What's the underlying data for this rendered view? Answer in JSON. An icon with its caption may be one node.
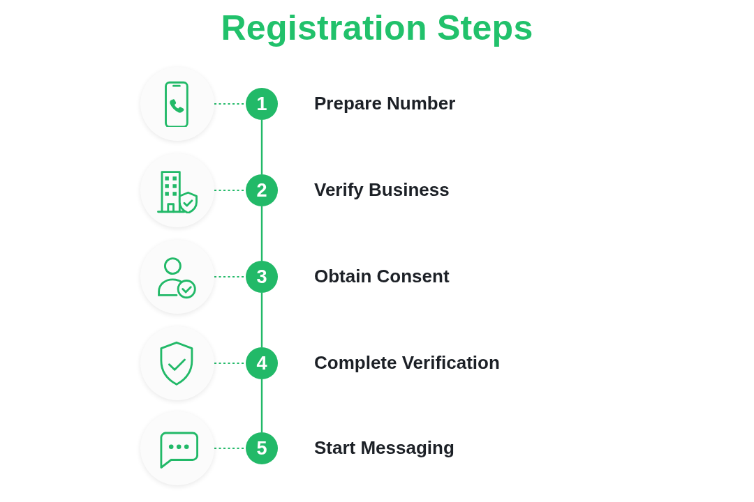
{
  "diagram": {
    "title": "Registration Steps",
    "nodes": [
      {
        "text": [],
        "shape": "circle"
      },
      {
        "text": [
          "1"
        ],
        "beside": [
          "Prepare Number"
        ]
      },
      {
        "text": [],
        "shape": "circle"
      },
      {
        "text": [
          "2"
        ],
        "beside": [
          "Verify Business"
        ]
      },
      {
        "text": [],
        "shape": "circle"
      },
      {
        "text": [
          "3"
        ],
        "beside": [
          "Obtain Consent"
        ]
      },
      {
        "text": [],
        "shape": "circle"
      },
      {
        "text": [
          "4"
        ],
        "beside": [
          "Complete Verification"
        ]
      },
      {
        "text": [],
        "shape": "circle"
      },
      {
        "text": [
          "5"
        ],
        "beside": [
          "Start Messaging"
        ]
      }
    ],
    "edges": [
      {
        "from": 0,
        "to": 1,
        "arrow": "none",
        "style": "dashed"
      },
      {
        "from": 1,
        "to": 3,
        "arrow": "none"
      },
      {
        "from": 2,
        "to": 3,
        "arrow": "none",
        "style": "dashed"
      },
      {
        "from": 3,
        "to": 5,
        "arrow": "none"
      },
      {
        "from": 4,
        "to": 5,
        "arrow": "none",
        "style": "dashed"
      },
      {
        "from": 5,
        "to": 7,
        "arrow": "none"
      },
      {
        "from": 6,
        "to": 7,
        "arrow": "none",
        "style": "dashed"
      },
      {
        "from": 7,
        "to": 9,
        "arrow": "none"
      },
      {
        "from": 8,
        "to": 9,
        "arrow": "none",
        "style": "dashed"
      }
    ]
  }
}
